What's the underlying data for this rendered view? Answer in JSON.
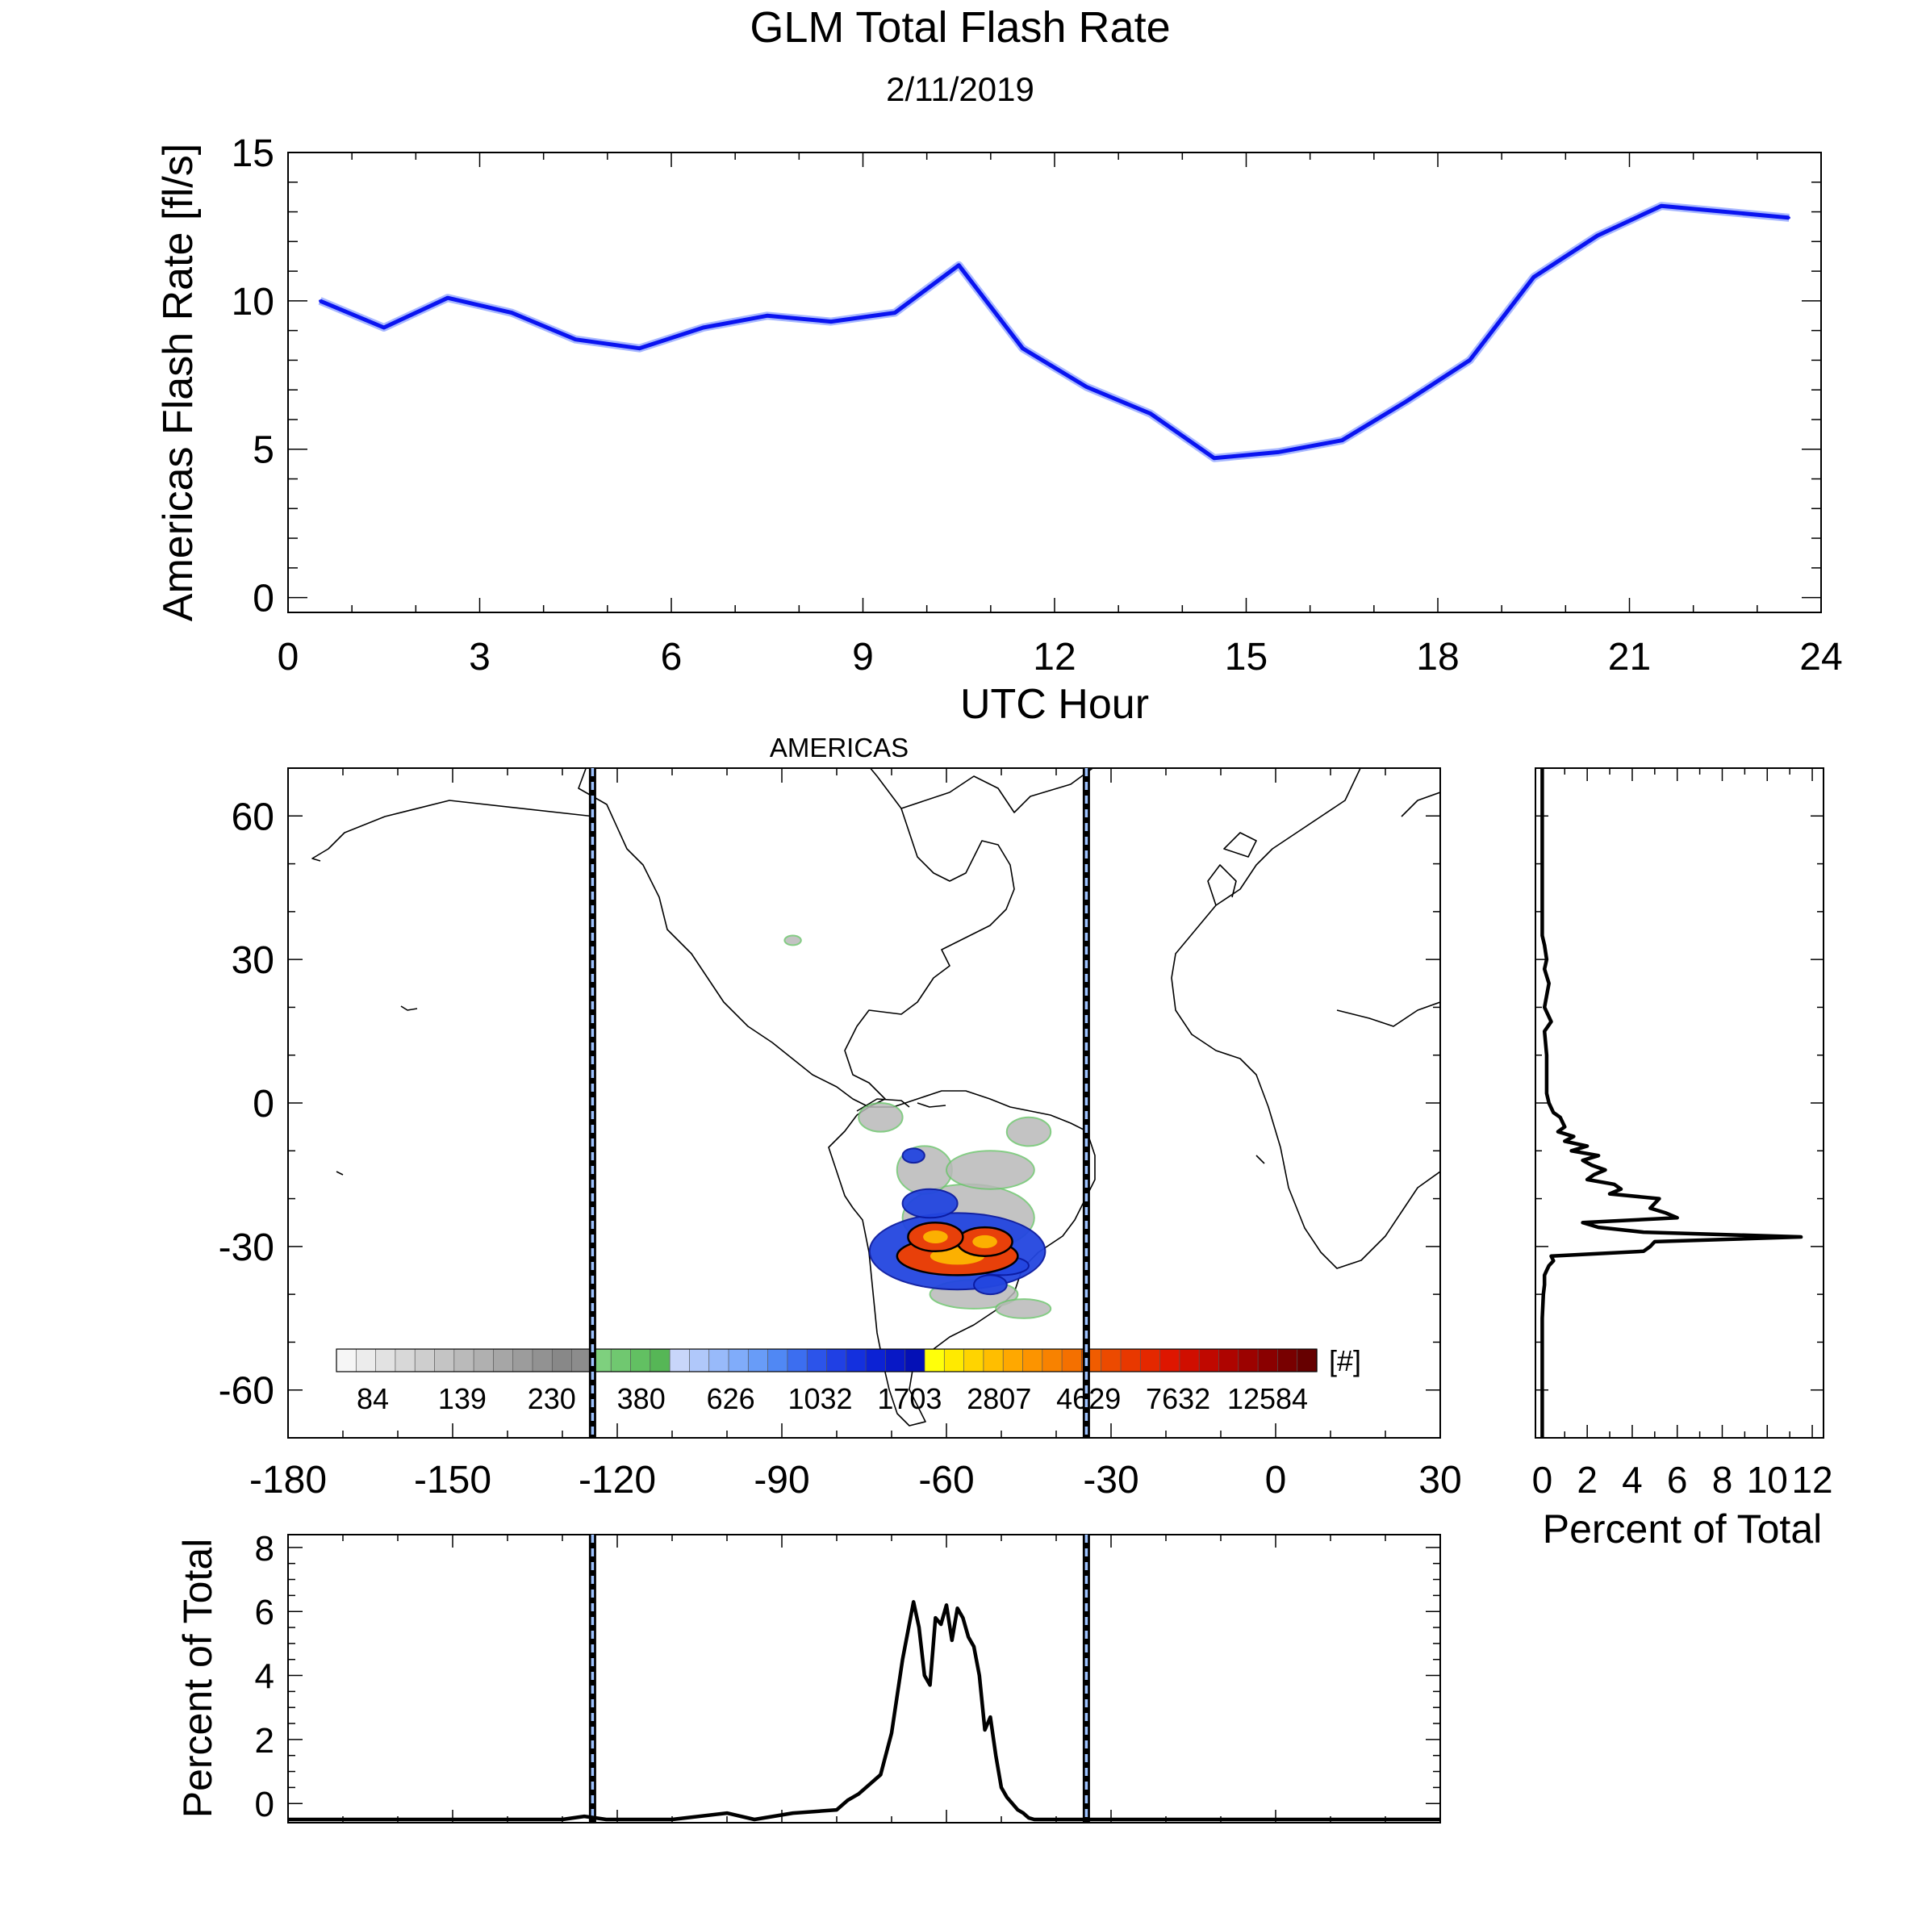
{
  "title": "GLM Total Flash Rate",
  "date": "2/11/2019",
  "chart_data": [
    {
      "id": "hourly_rate",
      "type": "line",
      "xlabel": "UTC Hour",
      "ylabel": "Americas Flash Rate [fl/s]",
      "xlim": [
        0,
        24
      ],
      "ylim": [
        -0.5,
        15
      ],
      "xticks": [
        0,
        3,
        6,
        9,
        12,
        15,
        18,
        21,
        24
      ],
      "yticks": [
        0,
        5,
        10,
        15
      ],
      "color": "#0a14f0",
      "x": [
        0.5,
        1.5,
        2.5,
        3.5,
        4.5,
        5.5,
        6.5,
        7.5,
        8.5,
        9.5,
        10.5,
        11.5,
        12.5,
        13.5,
        14.5,
        15.5,
        16.5,
        17.5,
        18.5,
        19.5,
        20.5,
        21.5,
        22.5,
        23.5
      ],
      "y": [
        10.0,
        9.1,
        10.1,
        9.6,
        8.7,
        8.4,
        9.1,
        9.5,
        9.3,
        9.6,
        11.2,
        8.4,
        7.1,
        6.2,
        4.7,
        4.9,
        5.3,
        6.6,
        8.0,
        10.8,
        12.2,
        13.2,
        13.0,
        12.8
      ]
    },
    {
      "id": "density_map",
      "type": "heatmap",
      "title": "AMERICAS",
      "xlim": [
        -180,
        30
      ],
      "ylim": [
        -70,
        70
      ],
      "xticks": [
        -180,
        -150,
        -120,
        -90,
        -60,
        -30,
        0,
        30
      ],
      "yticks": [
        -60,
        -30,
        0,
        30,
        60
      ],
      "sector_bounds_lon": [
        -124.5,
        -34.5
      ],
      "colorbar_unit": "[#]",
      "colorbar_labels": [
        "84",
        "139",
        "230",
        "380",
        "626",
        "1032",
        "1703",
        "2807",
        "4629",
        "7632",
        "12584"
      ],
      "colorbar_colors": [
        "#f6f6f6",
        "#ececec",
        "#e2e2e2",
        "#d8d8d8",
        "#cecece",
        "#c4c4c4",
        "#bababa",
        "#b0b0b0",
        "#a6a6a6",
        "#9c9c9c",
        "#929292",
        "#888888",
        "#8c8c8c",
        "#7ed07e",
        "#70c870",
        "#62c062",
        "#56b656",
        "#c8d6fa",
        "#b0c8fa",
        "#98bafa",
        "#80acfa",
        "#689cf8",
        "#5088f4",
        "#3c6ef0",
        "#2c54ea",
        "#2040e4",
        "#1430de",
        "#0c22d4",
        "#0818c6",
        "#0410b6",
        "#ffff0a",
        "#ffea00",
        "#ffd400",
        "#ffbe00",
        "#ffa800",
        "#fc9400",
        "#f88200",
        "#f47000",
        "#f05c00",
        "#ec4a00",
        "#e83800",
        "#e42800",
        "#de1600",
        "#d00e00",
        "#c00800",
        "#ae0400",
        "#9c0200",
        "#8a0000",
        "#780000",
        "#660000"
      ],
      "blobs": [
        {
          "lon": -58,
          "lat": -32,
          "rx": 11,
          "ry": 4,
          "level": "high"
        },
        {
          "lon": -53,
          "lat": -29,
          "rx": 5,
          "ry": 3,
          "level": "high"
        },
        {
          "lon": -62,
          "lat": -28,
          "rx": 5,
          "ry": 3,
          "level": "high"
        },
        {
          "lon": -58,
          "lat": -31,
          "rx": 16,
          "ry": 8,
          "level": "mid"
        },
        {
          "lon": -63,
          "lat": -21,
          "rx": 5,
          "ry": 3,
          "level": "mid"
        },
        {
          "lon": -50,
          "lat": -34,
          "rx": 5,
          "ry": 2,
          "level": "mid"
        },
        {
          "lon": -52,
          "lat": -38,
          "rx": 3,
          "ry": 2,
          "level": "mid"
        },
        {
          "lon": -66,
          "lat": -11,
          "rx": 2,
          "ry": 1.5,
          "level": "mid"
        },
        {
          "lon": -56,
          "lat": -24,
          "rx": 12,
          "ry": 7,
          "level": "low"
        },
        {
          "lon": -64,
          "lat": -14,
          "rx": 5,
          "ry": 5,
          "level": "low"
        },
        {
          "lon": -52,
          "lat": -14,
          "rx": 8,
          "ry": 4,
          "level": "low"
        },
        {
          "lon": -45,
          "lat": -6,
          "rx": 4,
          "ry": 3,
          "level": "low"
        },
        {
          "lon": -55,
          "lat": -40,
          "rx": 8,
          "ry": 3,
          "level": "low"
        },
        {
          "lon": -46,
          "lat": -43,
          "rx": 5,
          "ry": 2,
          "level": "low"
        },
        {
          "lon": -72,
          "lat": -3,
          "rx": 4,
          "ry": 3,
          "level": "low"
        },
        {
          "lon": -88,
          "lat": 34,
          "rx": 1.5,
          "ry": 1,
          "level": "low"
        }
      ]
    },
    {
      "id": "lon_profile",
      "type": "line",
      "ylabel": "Percent of Total",
      "xlim": [
        -180,
        30
      ],
      "ylim": [
        -0.6,
        8.4
      ],
      "yticks": [
        0,
        2,
        4,
        6,
        8
      ],
      "sector_bounds_lon": [
        -124.5,
        -34.5
      ],
      "x": [
        -180,
        -130,
        -126,
        -122,
        -110,
        -100,
        -95,
        -88,
        -80,
        -78,
        -76,
        -74,
        -72,
        -70,
        -68,
        -66,
        -65,
        -64,
        -63,
        -62,
        -61,
        -60,
        -59,
        -58,
        -57,
        -56,
        -55,
        -54,
        -53,
        -52,
        -51,
        -50,
        -49,
        -48,
        -47,
        -46,
        -45,
        -44,
        -43,
        -42,
        -40,
        -35,
        -30,
        -20,
        30
      ],
      "y": [
        -0.5,
        -0.5,
        -0.4,
        -0.5,
        -0.5,
        -0.3,
        -0.5,
        -0.3,
        -0.2,
        0.1,
        0.3,
        0.6,
        0.9,
        2.2,
        4.5,
        6.3,
        5.5,
        4.0,
        3.7,
        5.8,
        5.6,
        6.2,
        5.1,
        6.1,
        5.8,
        5.2,
        4.9,
        4.0,
        2.3,
        2.7,
        1.5,
        0.5,
        0.2,
        0.0,
        -0.2,
        -0.3,
        -0.45,
        -0.5,
        -0.5,
        -0.5,
        -0.5,
        -0.5,
        -0.5,
        -0.5,
        -0.5
      ]
    },
    {
      "id": "lat_profile",
      "type": "line",
      "xlabel": "Percent of Total",
      "xlim": [
        -0.3,
        12.5
      ],
      "ylim": [
        -70,
        70
      ],
      "xtick_labels": [
        "0",
        "2",
        "4",
        "6",
        "8",
        "10",
        "12"
      ],
      "lat": [
        70,
        35,
        33,
        30,
        28,
        25,
        20,
        17,
        15,
        10,
        5,
        2,
        0,
        -2,
        -3,
        -5,
        -6,
        -7,
        -8,
        -9,
        -10,
        -11,
        -12,
        -13,
        -14,
        -15,
        -16,
        -17,
        -18,
        -19,
        -20,
        -21,
        -22,
        -23,
        -24,
        -25,
        -26,
        -27,
        -28,
        -29,
        -30,
        -31,
        -32,
        -33,
        -34,
        -35,
        -36,
        -38,
        -40,
        -45,
        -50,
        -70
      ],
      "pct": [
        0,
        0,
        0.1,
        0.2,
        0.1,
        0.3,
        0.1,
        0.4,
        0.1,
        0.2,
        0.2,
        0.2,
        0.3,
        0.5,
        0.8,
        1.0,
        0.7,
        1.4,
        1.0,
        2.0,
        1.3,
        2.5,
        1.8,
        2.2,
        2.8,
        2.3,
        2.0,
        3.2,
        3.5,
        3.0,
        5.2,
        5.0,
        4.8,
        5.5,
        6.0,
        1.8,
        2.5,
        4.5,
        11.5,
        5.0,
        4.8,
        4.5,
        0.4,
        0.5,
        0.3,
        0.2,
        0.1,
        0.1,
        0.05,
        0,
        0,
        0
      ]
    }
  ]
}
